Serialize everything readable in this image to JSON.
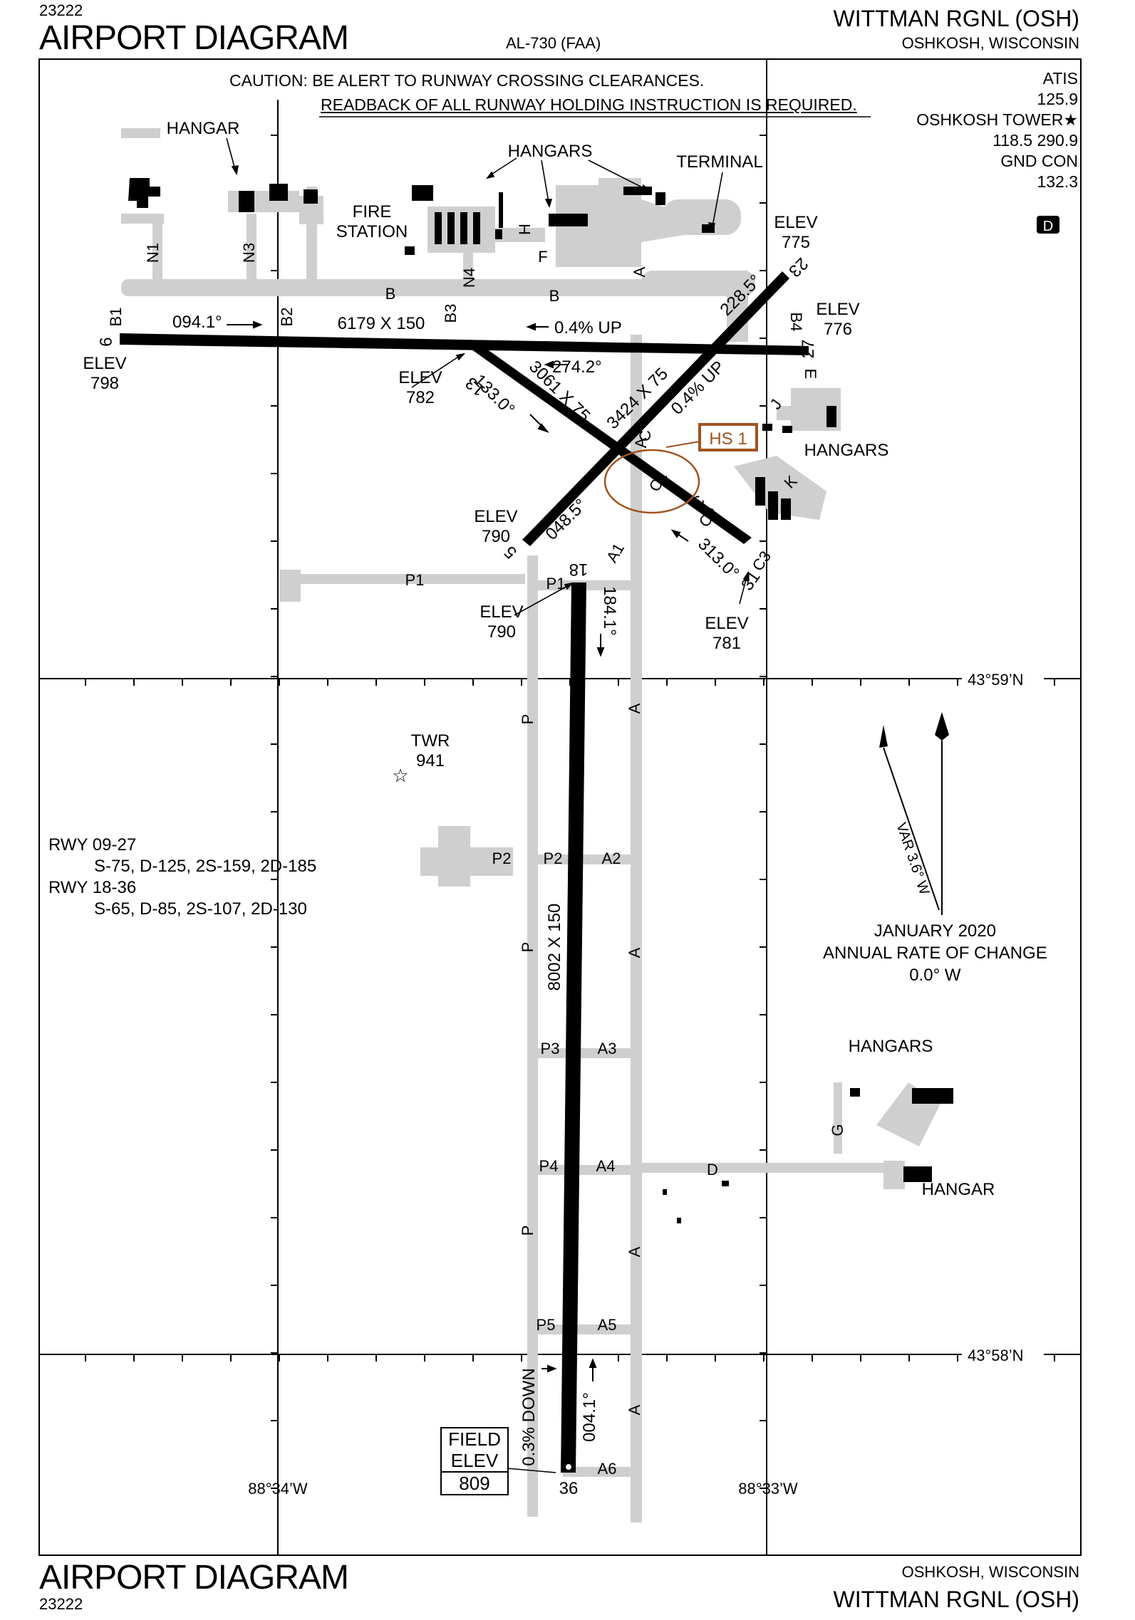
{
  "header": {
    "code": "23222",
    "title": "AIRPORT DIAGRAM",
    "procedure_id": "AL-730 (FAA)",
    "airport_name": "WITTMAN RGNL (OSH)",
    "location": "OSHKOSH, WISCONSIN"
  },
  "footer": {
    "title": "AIRPORT DIAGRAM",
    "code": "23222",
    "location": "OSHKOSH, WISCONSIN",
    "airport_name": "WITTMAN RGNL (OSH)"
  },
  "caution": {
    "line1": "CAUTION: BE ALERT TO RUNWAY CROSSING CLEARANCES.",
    "line2": "READBACK OF ALL RUNWAY HOLDING INSTRUCTION IS REQUIRED."
  },
  "communications": {
    "atis_label": "ATIS",
    "atis_freq": "125.9",
    "tower_label": "OSHKOSH TOWER★",
    "tower_freq": "118.5  290.9",
    "gnd_label": "GND CON",
    "gnd_freq": "132.3",
    "airspace_badge": "D"
  },
  "runway_strength": {
    "rwy1": "RWY 09-27",
    "rwy1_values": "S-75, D-125, 2S-159, 2D-185",
    "rwy2": "RWY 18-36",
    "rwy2_values": "S-65, D-85, 2S-107, 2D-130"
  },
  "magnetic": {
    "var": "VAR 3.6° W",
    "date": "JANUARY 2020",
    "rate_label": "ANNUAL RATE OF CHANGE",
    "rate": "0.0° W"
  },
  "field_elevation": {
    "label1": "FIELD",
    "label2": "ELEV",
    "value": "809"
  },
  "coordinates": {
    "lat1": "43°59’N",
    "lat2": "43°58’N",
    "lon1": "88°34’W",
    "lon2": "88°33’W"
  },
  "runways": {
    "r09_27": {
      "end1": "9",
      "end2": "27",
      "dims": "6179 X 150",
      "hdg1": "094.1°",
      "hdg2": "274.2°",
      "slope": "0.4% UP"
    },
    "r13_31": {
      "end1": "13",
      "end2": "31",
      "dims": "3061 X 75",
      "hdg1": "133.0°",
      "hdg2": "313.0°"
    },
    "r05_23": {
      "end1": "5",
      "end2": "23",
      "dims": "3424 X 75",
      "hdg1": "048.5°",
      "hdg2": "228.5°",
      "slope": "0.4% UP"
    },
    "r18_36": {
      "end1": "18",
      "end2": "36",
      "dims": "8002 X 150",
      "hdg1": "184.1°",
      "hdg2": "004.1°",
      "slope": "0.3% DOWN"
    }
  },
  "elevations": {
    "e798": {
      "label": "ELEV",
      "value": "798"
    },
    "e782": {
      "label": "ELEV",
      "value": "782"
    },
    "e790a": {
      "label": "ELEV",
      "value": "790"
    },
    "e790b": {
      "label": "ELEV",
      "value": "790"
    },
    "e781": {
      "label": "ELEV",
      "value": "781"
    },
    "e775": {
      "label": "ELEV",
      "value": "775"
    },
    "e776": {
      "label": "ELEV",
      "value": "776"
    }
  },
  "tower": {
    "label": "TWR",
    "elev": "941"
  },
  "hotspot": {
    "label": "HS 1"
  },
  "buildings": {
    "hangar_nw": "HANGAR",
    "hangars_n": "HANGARS",
    "terminal": "TERMINAL",
    "fire1": "FIRE",
    "fire2": "STATION",
    "hangars_e": "HANGARS",
    "hangars_se": "HANGARS",
    "hangar_se": "HANGAR"
  },
  "taxiways": {
    "B1": "B1",
    "B2": "B2",
    "B3": "B3",
    "B4": "B4",
    "N1": "N1",
    "N3": "N3",
    "N4": "N4",
    "B": "B",
    "H": "H",
    "F": "F",
    "E": "E",
    "J": "J",
    "K": "K",
    "C": "C",
    "C1": "C1",
    "C2": "C2",
    "C3": "C3",
    "A": "A",
    "A1": "A1",
    "A2": "A2",
    "A3": "A3",
    "A4": "A4",
    "A5": "A5",
    "A6": "A6",
    "P": "P",
    "P1": "P1",
    "P2": "P2",
    "P3": "P3",
    "P4": "P4",
    "P5": "P5",
    "D": "D",
    "G": "G"
  }
}
